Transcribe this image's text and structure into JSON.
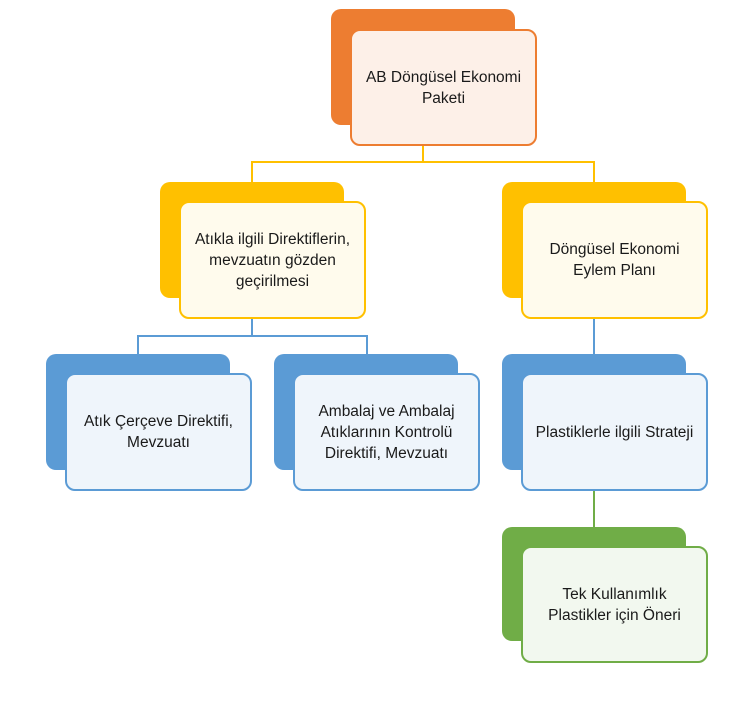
{
  "diagram": {
    "nodes": {
      "root": {
        "label": "AB Döngüsel Ekonomi Paketi",
        "color": "#ed7d31"
      },
      "waste_directives": {
        "label": "Atıkla ilgili Direktiflerin, mevzuatın gözden geçirilmesi",
        "color": "#ffc000"
      },
      "action_plan": {
        "label": "Döngüsel Ekonomi Eylem Planı",
        "color": "#ffc000"
      },
      "waste_framework": {
        "label": "Atık Çerçeve Direktifi, Mevzuatı",
        "color": "#5b9bd5"
      },
      "packaging": {
        "label": "Ambalaj ve Ambalaj Atıklarının Kontrolü Direktifi, Mevzuatı",
        "color": "#5b9bd5"
      },
      "plastics_strategy": {
        "label": "Plastiklerle ilgili Strateji",
        "color": "#5b9bd5"
      },
      "single_use": {
        "label": "Tek Kullanımlık Plastikler için Öneri",
        "color": "#70ad47"
      }
    },
    "edges": [
      {
        "from": "root",
        "to": "waste_directives"
      },
      {
        "from": "root",
        "to": "action_plan"
      },
      {
        "from": "waste_directives",
        "to": "waste_framework"
      },
      {
        "from": "waste_directives",
        "to": "packaging"
      },
      {
        "from": "action_plan",
        "to": "plastics_strategy"
      },
      {
        "from": "plastics_strategy",
        "to": "single_use"
      }
    ]
  }
}
